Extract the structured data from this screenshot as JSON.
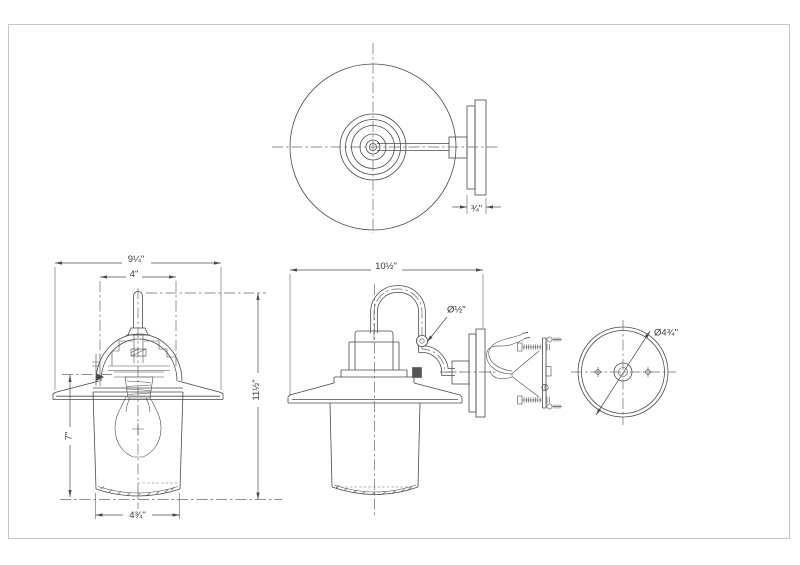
{
  "page": {
    "background": "#ffffff",
    "sheet_border_color": "#c6c6c6",
    "line_color": "#4a4a4a",
    "centerline_color": "#6a6a6a",
    "text_color": "#3a3a3a"
  },
  "views": {
    "top": {
      "dim_backplate_depth": "¾\""
    },
    "front": {
      "dim_overall_width": "9¼\"",
      "dim_fitter_width": "4\"",
      "dim_glass_height": "7\"",
      "dim_overall_height": "11½\"",
      "dim_glass_diameter": "4¾\""
    },
    "side": {
      "dim_overall_depth": "10½\"",
      "dim_arm_tube_diameter": "Ø½\""
    },
    "backplate": {
      "dim_outer_diameter": "Ø4¾\""
    }
  }
}
